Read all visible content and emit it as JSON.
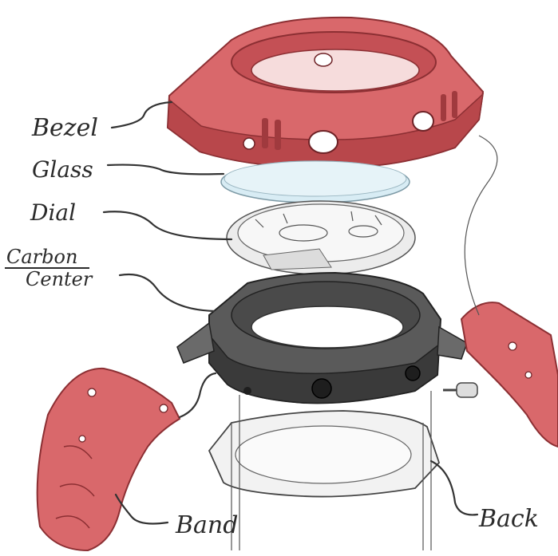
{
  "diagram": {
    "labels": {
      "bezel": "Bezel",
      "glass": "Glass",
      "dial": "Dial",
      "carbon_line1": "Carbon",
      "carbon_line2": "Center",
      "band": "Band",
      "back": "Back"
    },
    "colors": {
      "red_part": "#d9686b",
      "red_dark": "#b8474b",
      "glass": "#d8ecf4",
      "dial": "#ececec",
      "carbon": "#5a5a5a",
      "carbon_dark": "#3a3a3a",
      "ink": "#2b2b2b"
    }
  }
}
